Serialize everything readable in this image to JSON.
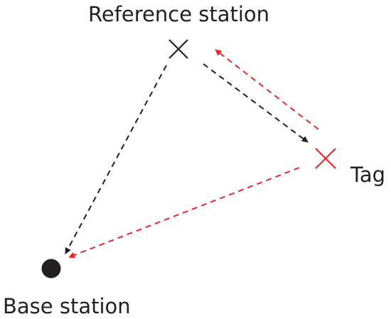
{
  "labels": {
    "reference_station": "Reference station",
    "tag": "Tag",
    "base_station": "Base station"
  },
  "colors": {
    "black": "#231f20",
    "red": "#e8262b"
  },
  "icons": {
    "reference_station": "x-mark-icon",
    "tag": "x-mark-icon",
    "base_station": "filled-circle-icon"
  }
}
